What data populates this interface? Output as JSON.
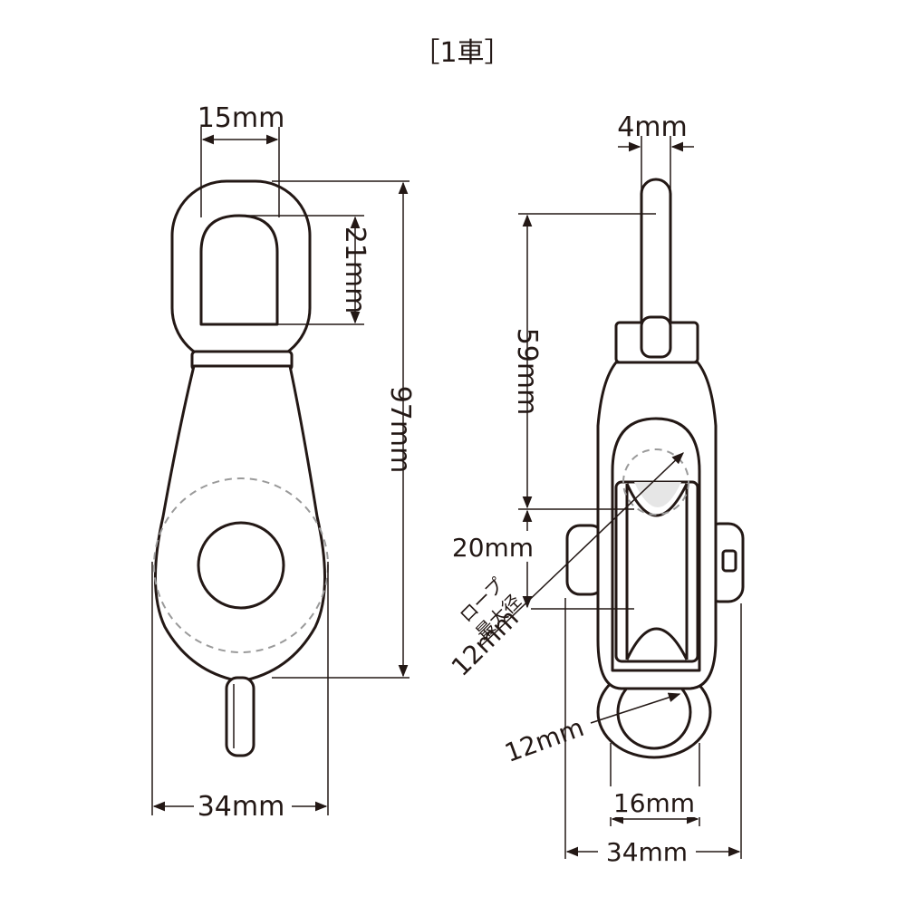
{
  "title": "［1車］",
  "front": {
    "eye_width": "15mm",
    "eye_height": "21mm",
    "total_height": "97mm",
    "body_width": "34mm"
  },
  "side": {
    "shackle_thickness": "4mm",
    "upper_length": "59mm",
    "sheave_dim": "20mm",
    "rope_note_line1": "ロープ",
    "rope_note_line2": "最大径",
    "rope_max": "12mm",
    "eye_inner": "12mm",
    "eye_outer": "16mm",
    "body_width": "34mm"
  }
}
